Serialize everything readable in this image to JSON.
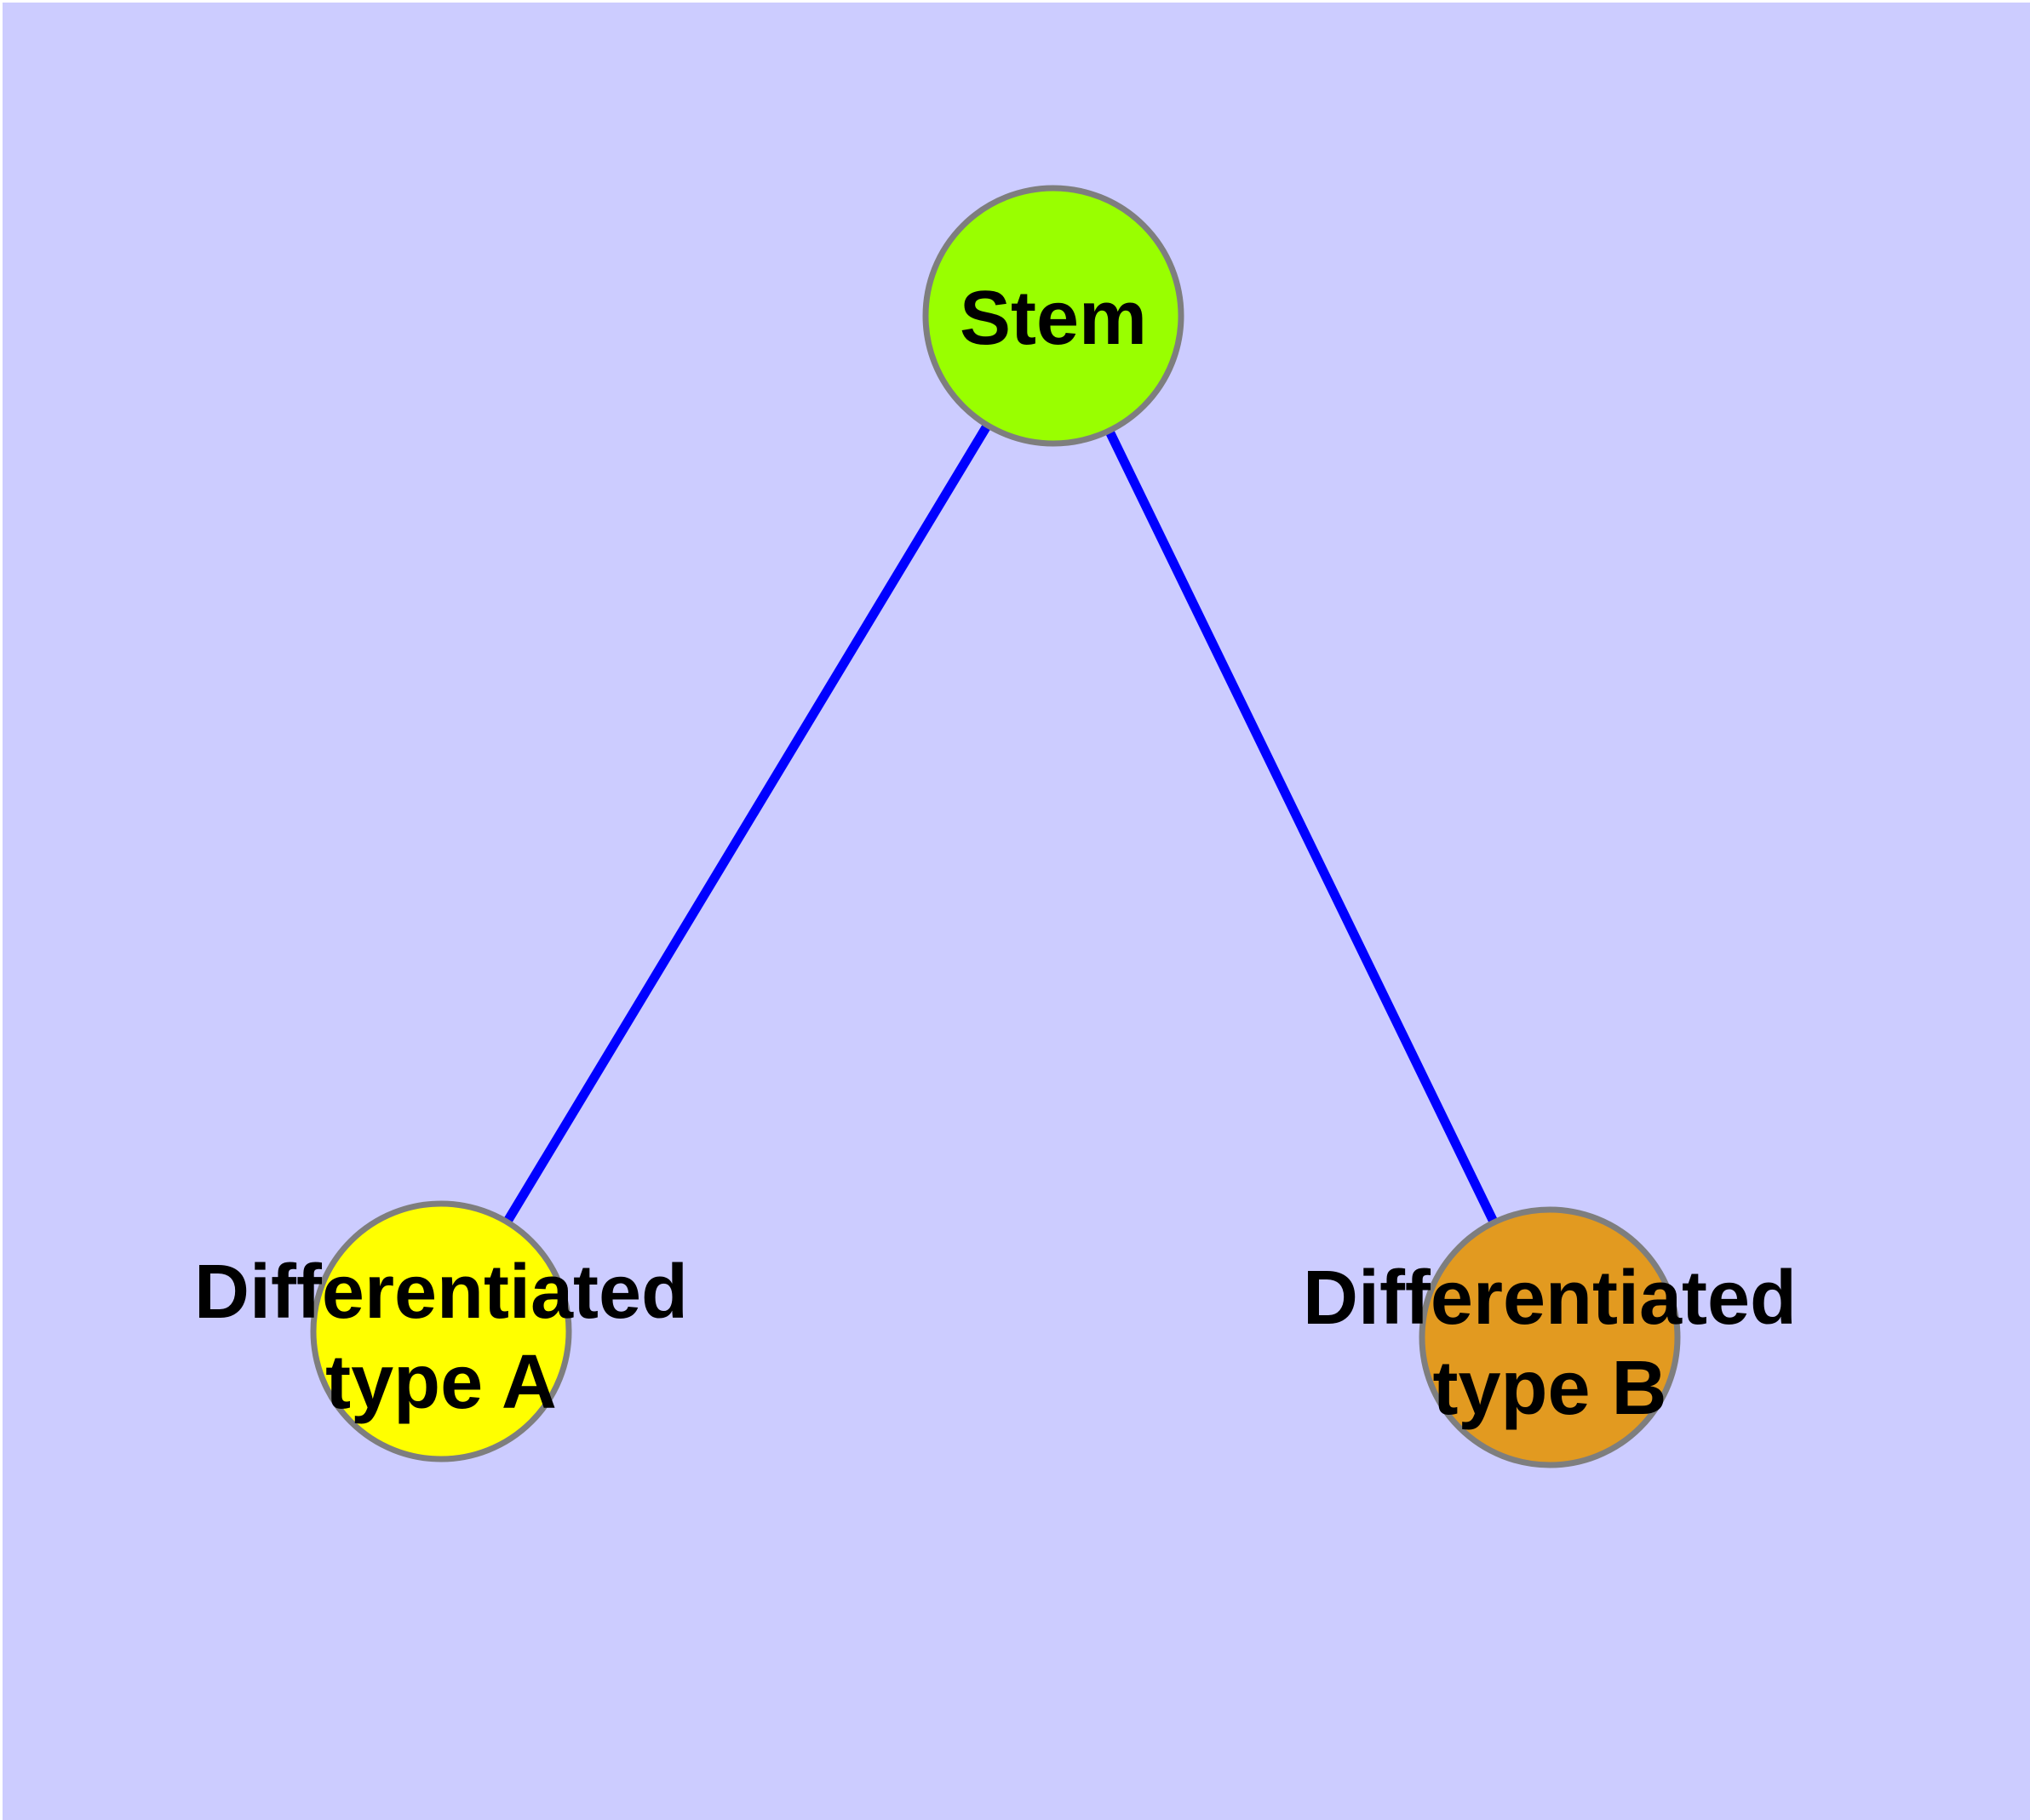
{
  "diagram": {
    "background_color": "#CCCCFF",
    "margin_color": "#FFFFFF",
    "edge_color": "#0000FF",
    "node_border_color": "#7E7E7E",
    "label_color": "#000000",
    "nodes": [
      {
        "id": "stem",
        "label": "Stem",
        "fill": "#99FF00"
      },
      {
        "id": "differentiated-type-a",
        "label": "Differentiated type A",
        "label_line1": "Differentiated",
        "label_line2": "type A",
        "fill": "#FFFF00"
      },
      {
        "id": "differentiated-type-b",
        "label": "Differentiated type B",
        "label_line1": "Differentiated",
        "label_line2": "type B",
        "fill": "#E29A20"
      }
    ],
    "edges": [
      {
        "from": "Stem",
        "to": "Differentiated type A"
      },
      {
        "from": "Stem",
        "to": "Differentiated type B"
      }
    ]
  }
}
